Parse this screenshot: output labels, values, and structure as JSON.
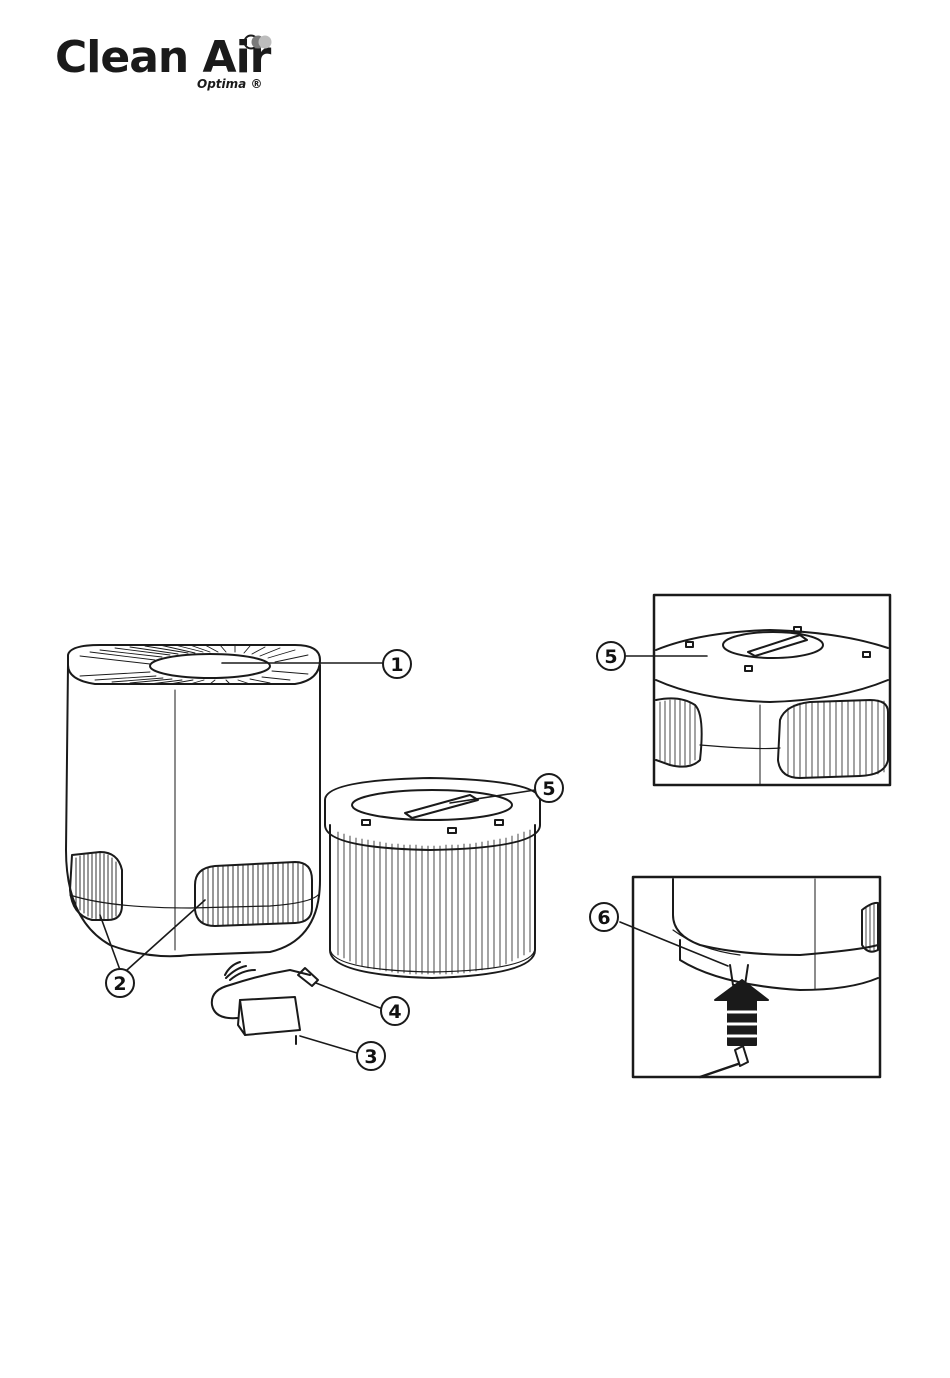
{
  "logo": {
    "brand": "Clean Air",
    "sub": "Optima",
    "registered": "®"
  },
  "callouts": {
    "c1": "1",
    "c2": "2",
    "c3": "3",
    "c4": "4",
    "c5_main": "5",
    "c5_detail": "5",
    "c6": "6"
  },
  "colors": {
    "ink": "#1a1a1a",
    "logo_dot_light": "#bdbdbd",
    "logo_dot_dark": "#7a7a7a"
  }
}
